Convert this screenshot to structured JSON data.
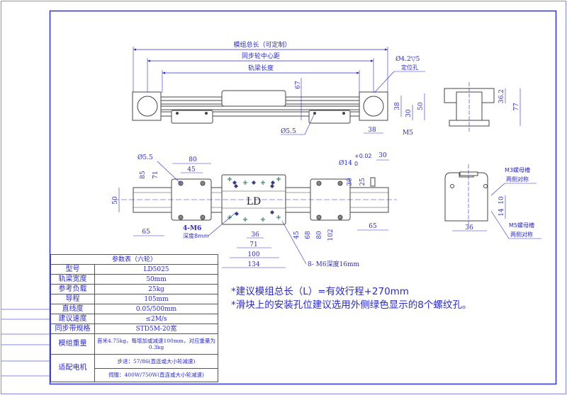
{
  "title_block": {
    "dims_top_view": {
      "overall_length": "模组总长（可定制）",
      "pulley_center_distance": "同步轮中心距",
      "rail_length": "轨梁长度",
      "height_67": "67",
      "locating_hole": "Ø4.2▽5",
      "locating_hole_label": "定位孔",
      "d38v": "38",
      "d30": "30",
      "d50": "50",
      "d38h": "38",
      "m5": "M5",
      "hole_55": "Ø5.5"
    },
    "dims_end_view": {
      "d362": "36.2",
      "d77": "77"
    },
    "dims_bottom_view": {
      "hole_55": "Ø5.5",
      "d80": "80",
      "d45": "45",
      "d85": "85",
      "d71v": "71",
      "d50": "50",
      "d65_left": "65",
      "m6_4": "4-M6",
      "m6_4_depth": "深度8mm",
      "carriage_label": "LD",
      "d36": "36",
      "d71": "71",
      "d100": "100",
      "d134": "134",
      "m6_8": "8- M6深度16mm",
      "shaft": "Ø14",
      "shaft_tol_upper": "+0.02",
      "shaft_tol_lower": "0",
      "d30_top": "30",
      "d30v": "30",
      "d25": "25",
      "d68": "68",
      "d80b": "80",
      "d102": "102",
      "d65_right": "65"
    },
    "dims_profile_view": {
      "m3_slot": "M3螺母槽",
      "m3_sym": "两侧对称",
      "d10": "10",
      "d14": "14",
      "d36": "36",
      "m5_slot": "M5螺母槽",
      "m5_sym": "两侧对称"
    }
  },
  "param_table": {
    "title": "参数表（六轮）",
    "rows": [
      {
        "key": "型号",
        "value": "LD5025"
      },
      {
        "key": "轨梁宽度",
        "value": "50mm"
      },
      {
        "key": "参考负载",
        "value": "25kg"
      },
      {
        "key": "导程",
        "value": "105mm"
      },
      {
        "key": "直线度",
        "value": "0.05/500mm"
      },
      {
        "key": "建议速度",
        "value": "≤2M/s"
      },
      {
        "key": "同步带规格",
        "value": "STD5M-20宽"
      },
      {
        "key": "模组重量",
        "value": "首米4.75kg，每增加或减速100mm，对应重量为0.3kg"
      }
    ],
    "motor": {
      "key": "适配电机",
      "stepper": "步进：57/86(直连或大小轮减速)",
      "servo": "伺服：400W/750W(直连或大小轮减速)"
    }
  },
  "notes": [
    "*建议模组总长（L）=有效行程+270mm",
    "*滑块上的安装孔位建议选用外侧绿色显示的8个螺纹孔。"
  ],
  "colors": {
    "dimension": "#2a2ad0",
    "outline": "#444444",
    "frame": "#3c3cd8",
    "green_hole": "#5a9a80",
    "blue_hole": "#3a3a80"
  }
}
